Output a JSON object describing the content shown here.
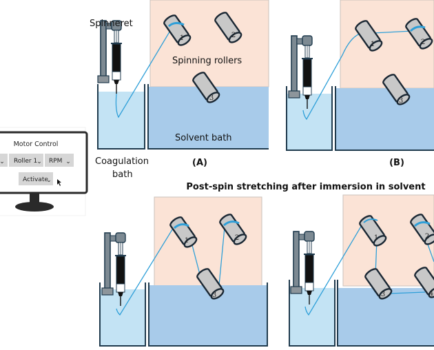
{
  "labels": {
    "spinneret": "Spinneret",
    "spinning_rollers": "Spinning rollers",
    "solvent_bath": "Solvent bath",
    "coagulation_bath_line1": "Coagulation",
    "coagulation_bath_line2": "bath",
    "panel_a": "(A)",
    "panel_b": "(B)",
    "section_title": "Post-spin stretching after immersion in solvent"
  },
  "monitor": {
    "title": "Motor Control",
    "dropdowns": [
      {
        "label": "",
        "caret": "⌄"
      },
      {
        "label": "Roller 1",
        "caret": "⌄"
      },
      {
        "label": "RPM",
        "caret": "⌄"
      }
    ],
    "activate_label": "Activate",
    "activate_caret": "⌄"
  },
  "panels": {
    "a": {
      "rollers": [
        "1",
        "2",
        "3"
      ]
    },
    "b": {
      "rollers": [
        "1",
        "2",
        "3"
      ]
    },
    "c": {
      "rollers": [
        "1",
        "2",
        "3"
      ]
    },
    "d": {
      "rollers": [
        "1",
        "2",
        "3",
        "4"
      ]
    }
  },
  "colors": {
    "peach": "#fbe3d6",
    "solvent_blue": "#a8cbea",
    "coag_blue": "#c3e3f4",
    "fiber": "#2e9fd8",
    "outline": "#1f3a4d",
    "roller_gray": "#c8c8c8"
  }
}
